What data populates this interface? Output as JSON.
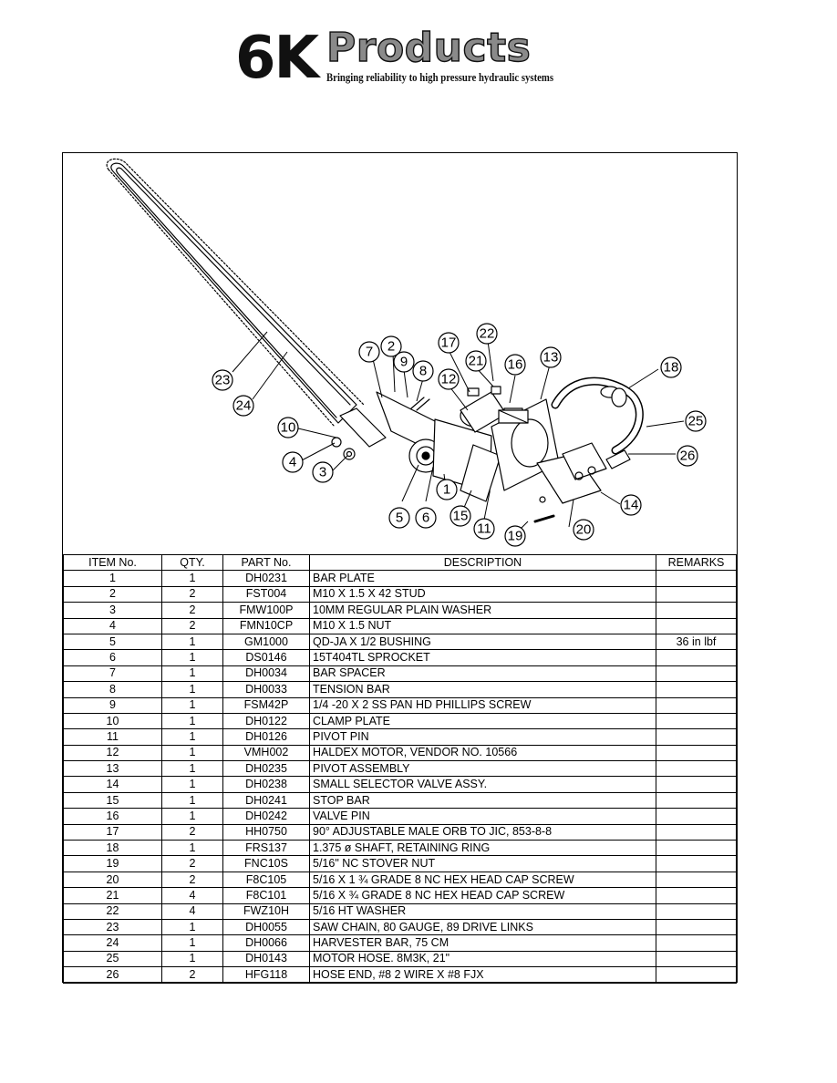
{
  "logo": {
    "mark": "6K",
    "name": "Products",
    "tagline": "Bringing reliability to high pressure hydraulic systems"
  },
  "drawing": {
    "callouts": [
      "1",
      "2",
      "3",
      "4",
      "5",
      "6",
      "7",
      "8",
      "9",
      "10",
      "11",
      "12",
      "13",
      "14",
      "15",
      "16",
      "17",
      "18",
      "19",
      "20",
      "21",
      "22",
      "23",
      "24",
      "25",
      "26"
    ]
  },
  "table": {
    "headers": {
      "item": "ITEM No.",
      "qty": "QTY.",
      "part": "PART No.",
      "description": "DESCRIPTION",
      "remarks": "REMARKS"
    },
    "rows": [
      {
        "item": "1",
        "qty": "1",
        "part": "DH0231",
        "description": "BAR PLATE",
        "remarks": ""
      },
      {
        "item": "2",
        "qty": "2",
        "part": "FST004",
        "description": "M10 X 1.5  X 42 STUD",
        "remarks": ""
      },
      {
        "item": "3",
        "qty": "2",
        "part": "FMW100P",
        "description": "10MM REGULAR PLAIN WASHER",
        "remarks": ""
      },
      {
        "item": "4",
        "qty": "2",
        "part": "FMN10CP",
        "description": "M10 X 1.5 NUT",
        "remarks": ""
      },
      {
        "item": "5",
        "qty": "1",
        "part": "GM1000",
        "description": "QD-JA X 1/2 BUSHING",
        "remarks": "36 in lbf"
      },
      {
        "item": "6",
        "qty": "1",
        "part": "DS0146",
        "description": "15T404TL SPROCKET",
        "remarks": ""
      },
      {
        "item": "7",
        "qty": "1",
        "part": "DH0034",
        "description": "BAR SPACER",
        "remarks": ""
      },
      {
        "item": "8",
        "qty": "1",
        "part": "DH0033",
        "description": "TENSION BAR",
        "remarks": ""
      },
      {
        "item": "9",
        "qty": "1",
        "part": "FSM42P",
        "description": "1/4 -20 X 2 SS PAN HD PHILLIPS SCREW",
        "remarks": ""
      },
      {
        "item": "10",
        "qty": "1",
        "part": "DH0122",
        "description": "CLAMP PLATE",
        "remarks": ""
      },
      {
        "item": "11",
        "qty": "1",
        "part": "DH0126",
        "description": "PIVOT PIN",
        "remarks": ""
      },
      {
        "item": "12",
        "qty": "1",
        "part": "VMH002",
        "description": "HALDEX MOTOR, VENDOR NO. 10566",
        "remarks": ""
      },
      {
        "item": "13",
        "qty": "1",
        "part": "DH0235",
        "description": "PIVOT ASSEMBLY",
        "remarks": ""
      },
      {
        "item": "14",
        "qty": "1",
        "part": "DH0238",
        "description": "SMALL SELECTOR VALVE ASSY.",
        "remarks": ""
      },
      {
        "item": "15",
        "qty": "1",
        "part": "DH0241",
        "description": "STOP BAR",
        "remarks": ""
      },
      {
        "item": "16",
        "qty": "1",
        "part": "DH0242",
        "description": "VALVE PIN",
        "remarks": ""
      },
      {
        "item": "17",
        "qty": "2",
        "part": "HH0750",
        "description": "90° ADJUSTABLE MALE ORB TO JIC, 853-8-8",
        "remarks": ""
      },
      {
        "item": "18",
        "qty": "1",
        "part": "FRS137",
        "description": "1.375 ø SHAFT, RETAINING RING",
        "remarks": ""
      },
      {
        "item": "19",
        "qty": "2",
        "part": "FNC10S",
        "description": "5/16\" NC STOVER NUT",
        "remarks": ""
      },
      {
        "item": "20",
        "qty": "2",
        "part": "F8C105",
        "description": "5/16 X 1 ¾ GRADE 8 NC HEX HEAD CAP SCREW",
        "remarks": ""
      },
      {
        "item": "21",
        "qty": "4",
        "part": "F8C101",
        "description": "5/16 X ¾ GRADE 8 NC HEX HEAD CAP SCREW",
        "remarks": ""
      },
      {
        "item": "22",
        "qty": "4",
        "part": "FWZ10H",
        "description": "5/16 HT WASHER",
        "remarks": ""
      },
      {
        "item": "23",
        "qty": "1",
        "part": "DH0055",
        "description": "SAW CHAIN, 80 GAUGE, 89 DRIVE LINKS",
        "remarks": ""
      },
      {
        "item": "24",
        "qty": "1",
        "part": "DH0066",
        "description": "HARVESTER BAR, 75 CM",
        "remarks": ""
      },
      {
        "item": "25",
        "qty": "1",
        "part": "DH0143",
        "description": "MOTOR HOSE. 8M3K, 21\"",
        "remarks": ""
      },
      {
        "item": "26",
        "qty": "2",
        "part": "HFG118",
        "description": "HOSE END, #8 2 WIRE X #8 FJX",
        "remarks": ""
      }
    ]
  }
}
